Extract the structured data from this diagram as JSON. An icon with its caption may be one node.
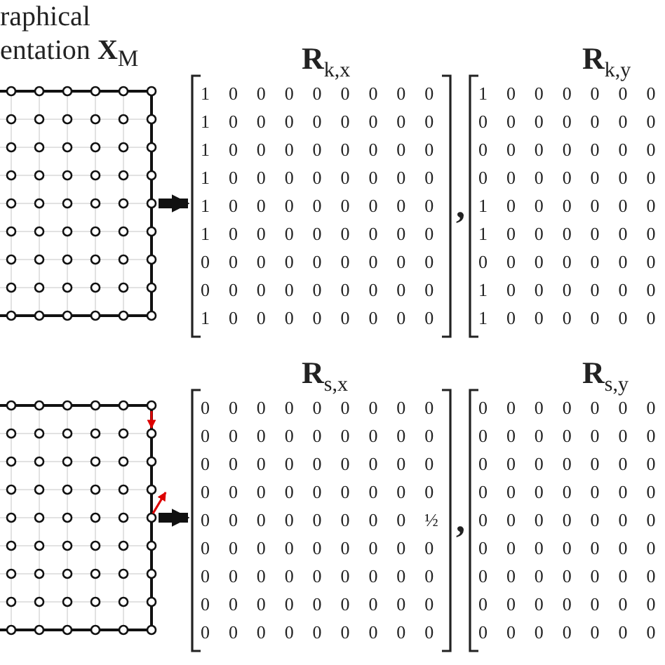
{
  "diagram": {
    "nodes": [
      {
        "text": [
          "raphical entation **X**$_{M}$"
        ]
      },
      {
        "text": [
          "**R**$_{k,x}$",
          "1 0 0 0 0 0 0 0 0",
          "1 0 0 0 0 0 0 0 0",
          "1 0 0 0 0 0 0 0 0",
          "1 0 0 0 0 0 0 0 0",
          "1 0 0 0 0 0 0 0 0",
          "1 0 0 0 0 0 0 0 0",
          "0 0 0 0 0 0 0 0 0",
          "0 0 0 0 0 0 0 0 0",
          "1 0 0 0 0 0 0 0 0"
        ]
      },
      {
        "text": [
          "**R**$_{k,y}$",
          "1 0 0 0 0 0 0",
          "0 0 0 0 0 0 0",
          "0 0 0 0 0 0 0",
          "0 0 0 0 0 0 0",
          "1 0 0 0 0 0 0",
          "1 0 0 0 0 0 0",
          "0 0 0 0 0 0 0",
          "1 0 0 0 0 0 0",
          "1 0 0 0 0 0 0"
        ]
      },
      {
        "text": [],
        "shape": "picture"
      },
      {
        "text": [
          "**R**$_{s,x}$",
          "0 0 0 0 0 0 0 0 0",
          "0 0 0 0 0 0 0 0 0",
          "0 0 0 0 0 0 0 0 0",
          "0 0 0 0 0 0 0 0 0",
          "0 0 0 0 0 0 0 0 ½",
          "0 0 0 0 0 0 0 0 0",
          "0 0 0 0 0 0 0 0 0",
          "0 0 0 0 0 0 0 0 0",
          "0 0 0 0 0 0 0 0 0"
        ]
      },
      {
        "text": [
          "**R**$_{s,y}$",
          "0 0 0 0 0 0 0",
          "0 0 0 0 0 0 0",
          "0 0 0 0 0 0 0",
          "0 0 0 0 0 0 0",
          "0 0 0 0 0 0 0",
          "0 0 0 0 0 0 0",
          "0 0 0 0 0 0 0",
          "0 0 0 0 0 0 0",
          "0 0 0 0 0 0 0"
        ]
      }
    ],
    "edges": [
      {
        "from": 0,
        "to": 1,
        "arrow": "to"
      },
      {
        "from": 3,
        "to": 4,
        "arrow": "to"
      }
    ],
    "labels": [
      ",",
      ","
    ]
  }
}
